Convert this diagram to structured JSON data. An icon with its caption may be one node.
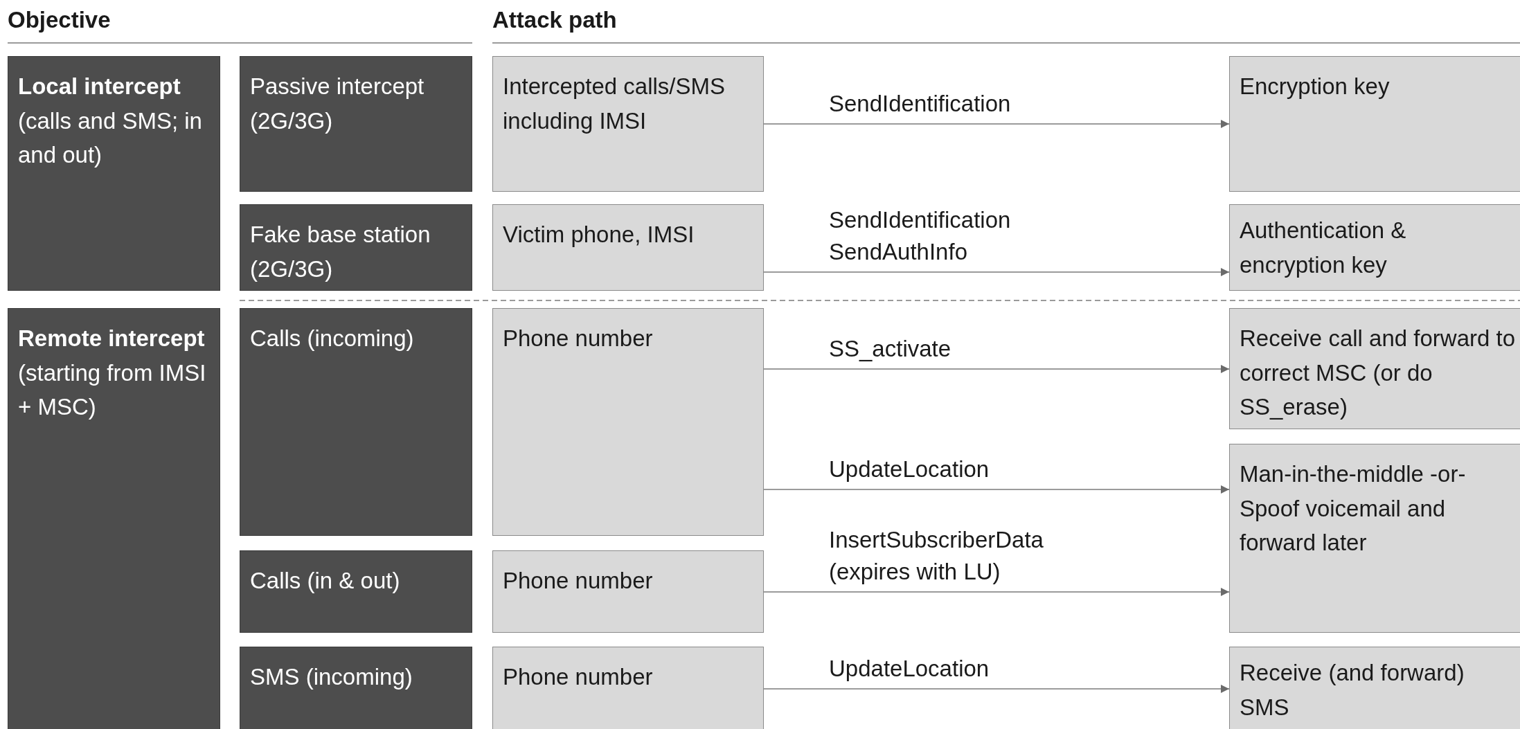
{
  "diagram": {
    "nodes": [
      {
        "text": [
          "Local intercept",
          "(calls and SMS; in and out)"
        ]
      },
      {
        "text": [
          "Passive intercept (2G/3G)"
        ]
      },
      {
        "text": [
          "Fake base station (2G/3G)"
        ]
      },
      {
        "text": [
          "Remote intercept",
          "(starting from IMSI + MSC)"
        ]
      },
      {
        "text": [
          "Calls (incoming)"
        ]
      },
      {
        "text": [
          "Calls (in & out)"
        ]
      },
      {
        "text": [
          "SMS (incoming)"
        ]
      },
      {
        "text": [
          "Intercepted calls/SMS including IMSI"
        ]
      },
      {
        "text": [
          "Victim phone, IMSI"
        ]
      },
      {
        "text": [
          "Phone number"
        ]
      },
      {
        "text": [
          "Phone number"
        ]
      },
      {
        "text": [
          "Phone number"
        ]
      },
      {
        "text": [
          "Encryption key"
        ]
      },
      {
        "text": [
          "Authentication & encryption key"
        ]
      },
      {
        "text": [
          "Receive call and forward to correct MSC (or do SS_erase)"
        ]
      },
      {
        "text": [
          "Man-in-the-middle -or- Spoof voicemail and forward later"
        ]
      },
      {
        "text": [
          "Receive (and forward) SMS"
        ]
      }
    ],
    "edges": [
      {
        "from": 7,
        "to": 12,
        "arrow": "to",
        "label": "SendIdentification"
      },
      {
        "from": 8,
        "to": 13,
        "arrow": "to",
        "label": "SendIdentification SendAuthInfo"
      },
      {
        "from": 9,
        "to": 14,
        "arrow": "to",
        "label": "SS_activate"
      },
      {
        "from": 9,
        "to": 15,
        "arrow": "to",
        "label": "UpdateLocation"
      },
      {
        "from": 10,
        "to": 15,
        "arrow": "to",
        "label": "InsertSubscriberData (expires with LU)"
      },
      {
        "from": 11,
        "to": 16,
        "arrow": "to",
        "label": "UpdateLocation"
      }
    ],
    "labels": [
      "Objective",
      "Attack path"
    ]
  }
}
